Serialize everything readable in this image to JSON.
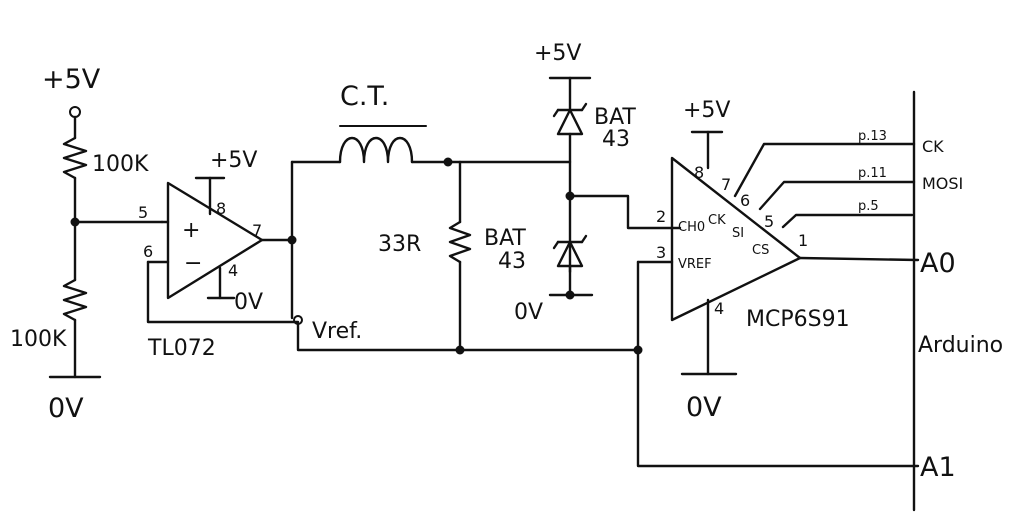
{
  "supply": {
    "top": "+5V",
    "bottom": "0V"
  },
  "divider": {
    "r_top": "100K",
    "r_bottom": "100K"
  },
  "buffer": {
    "name": "TL072",
    "supply": "+5V",
    "gnd": "0V",
    "pin_plus": "5",
    "pin_minus": "6",
    "pin_out": "7",
    "pin_vcc": "8",
    "pin_gnd": "4",
    "plus_sign": "+",
    "minus_sign": "−",
    "vref_label": "Vref."
  },
  "sensor": {
    "ct_label": "C.T.",
    "burden": "33R"
  },
  "clamp": {
    "top_supply": "+5V",
    "top_diode_1": "BAT",
    "top_diode_2": "43",
    "bottom_diode_1": "BAT",
    "bottom_diode_2": "43",
    "bottom_gnd": "0V"
  },
  "pga": {
    "name": "MCP6S91",
    "supply": "+5V",
    "gnd": "0V",
    "pin_ch0": "2",
    "pin_vref": "3",
    "pin_vcc": "8",
    "pin_gnd": "4",
    "pin_ck": "7",
    "pin_si": "6",
    "pin_cs": "5",
    "pin_out": "1",
    "lbl_ch0": "CH0",
    "lbl_vref": "VREF",
    "lbl_ck": "CK",
    "lbl_si": "SI",
    "lbl_cs": "CS"
  },
  "arduino": {
    "name": "Arduino",
    "pins": [
      {
        "label": "CK",
        "pin": "p.13"
      },
      {
        "label": "MOSI",
        "pin": "p.11"
      },
      {
        "label": "",
        "pin": "p.5"
      },
      {
        "label": "A0",
        "pin": ""
      },
      {
        "label": "A1",
        "pin": ""
      }
    ]
  }
}
